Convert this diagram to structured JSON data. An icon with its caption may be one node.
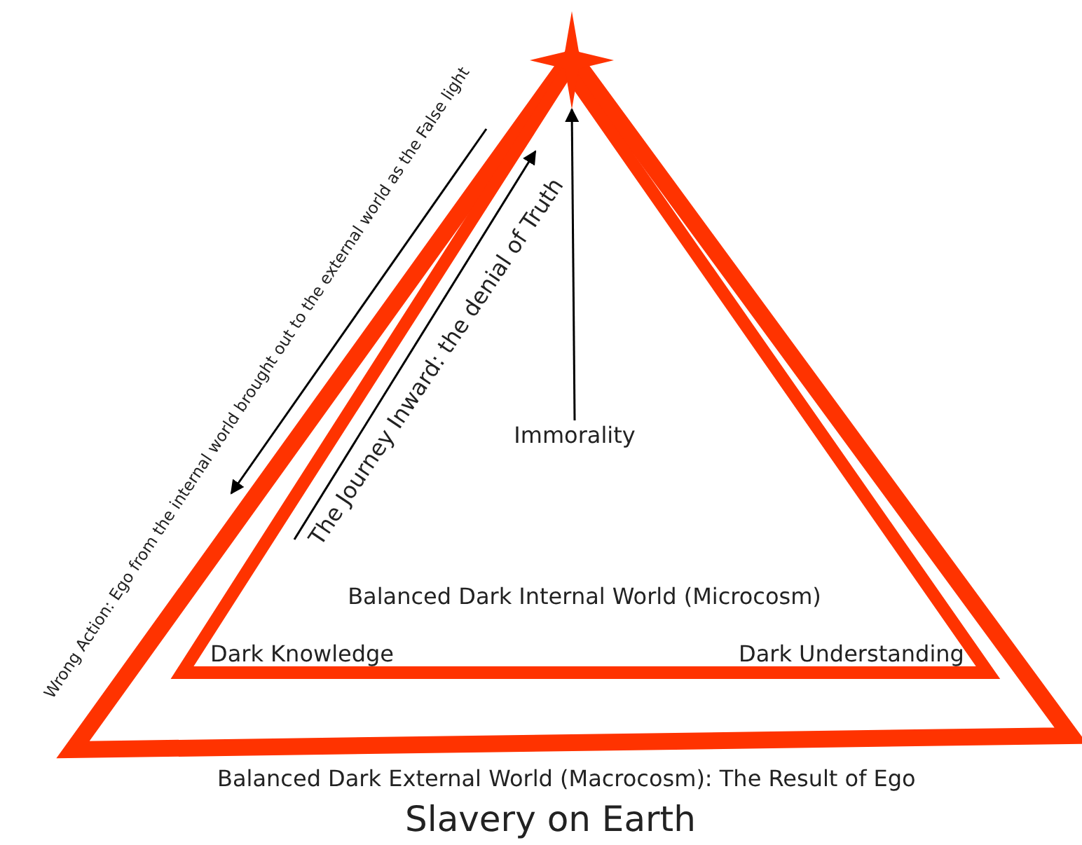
{
  "diagram": {
    "caption": "Slavery on Earth",
    "nodes": [
      {
        "text": [
          "Balanced Dark External World (Macrocosm): The Result of Ego"
        ]
      },
      {
        "text": [
          "Balanced Dark Internal World (Microcosm)",
          "Dark Knowledge",
          "Dark Understanding"
        ],
        "in": 0
      },
      {
        "text": [
          "Immorality"
        ],
        "in": 1
      },
      {
        "text": [],
        "shape": "star"
      }
    ],
    "edges": [
      {
        "from": 2,
        "to": 3,
        "arrow": "to"
      }
    ],
    "labels": [
      "Wrong Action: Ego from the internal world brought out to the external world as the False light",
      "The Journey Inward: the denial of Truth"
    ]
  }
}
